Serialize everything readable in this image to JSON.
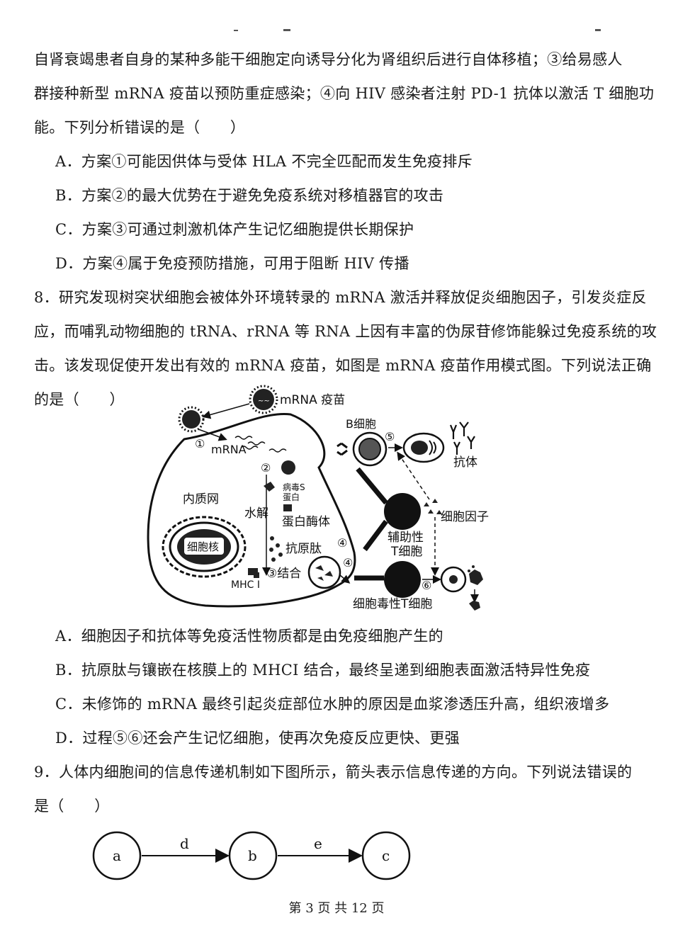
{
  "q7_continued": {
    "line1": "自肾衰竭患者自身的某种多能干细胞定向诱导分化为肾组织后进行自体移植；③给易感人",
    "line2": "群接种新型 mRNA 疫苗以预防重症感染；④向 HIV 感染者注射 PD-1 抗体以激活 T 细胞功",
    "line3": "能。下列分析错误的是（　　）",
    "options": [
      "A．方案①可能因供体与受体 HLA 不完全匹配而发生免疫排斥",
      "B．方案②的最大优势在于避免免疫系统对移植器官的攻击",
      "C．方案③可通过刺激机体产生记忆细胞提供长期保护",
      "D．方案④属于免疫预防措施，可用于阻断 HIV 传播"
    ]
  },
  "q8": {
    "line1": "8．研究发现树突状细胞会被体外环境转录的 mRNA 激活并释放促炎细胞因子，引发炎症反",
    "line2": "应，而哺乳动物细胞的 tRNA、rRNA 等 RNA 上因有丰富的伪尿苷修饰能躲过免疫系统的攻",
    "line3": "击。该发现促使开发出有效的 mRNA 疫苗，如图是 mRNA 疫苗作用模式图。下列说法正确",
    "line4": "的是（　　）",
    "diagram": {
      "vaccine": "mRNA 疫苗",
      "b_cell": "B细胞",
      "step1": "①",
      "mrna": "mRNA",
      "step2": "②",
      "antibody": "抗体",
      "step5": "⑤",
      "virus_s": "病毒S",
      "protein": "蛋白",
      "er": "内质网",
      "hydrolysis": "水解",
      "proteasome": "蛋白酶体",
      "cytokine": "细胞因子",
      "helper": "辅助性",
      "t_cell": "T细胞",
      "nucleus": "细胞核",
      "antigen_peptide": "抗原肽",
      "step4a": "④",
      "step4b": "④",
      "mhc": "MHC I",
      "bind": "③结合",
      "step6": "⑥",
      "ctl": "细胞毒性T细胞"
    },
    "options": [
      "A．细胞因子和抗体等免疫活性物质都是由免疫细胞产生的",
      "B．抗原肽与镶嵌在核膜上的 MHCI 结合，最终呈递到细胞表面激活特异性免疫",
      "C．未修饰的 mRNA 最终引起炎症部位水肿的原因是血浆渗透压升高，组织液增多",
      "D．过程⑤⑥还会产生记忆细胞，使再次免疫反应更快、更强"
    ]
  },
  "q9": {
    "line1": "9．人体内细胞间的信息传递机制如下图所示，箭头表示信息传递的方向。下列说法错误的",
    "line2": "是（　　）",
    "nodes": [
      "a",
      "b",
      "c"
    ],
    "edges": [
      "d",
      "e"
    ]
  },
  "footer": "第 3 页 共 12 页"
}
